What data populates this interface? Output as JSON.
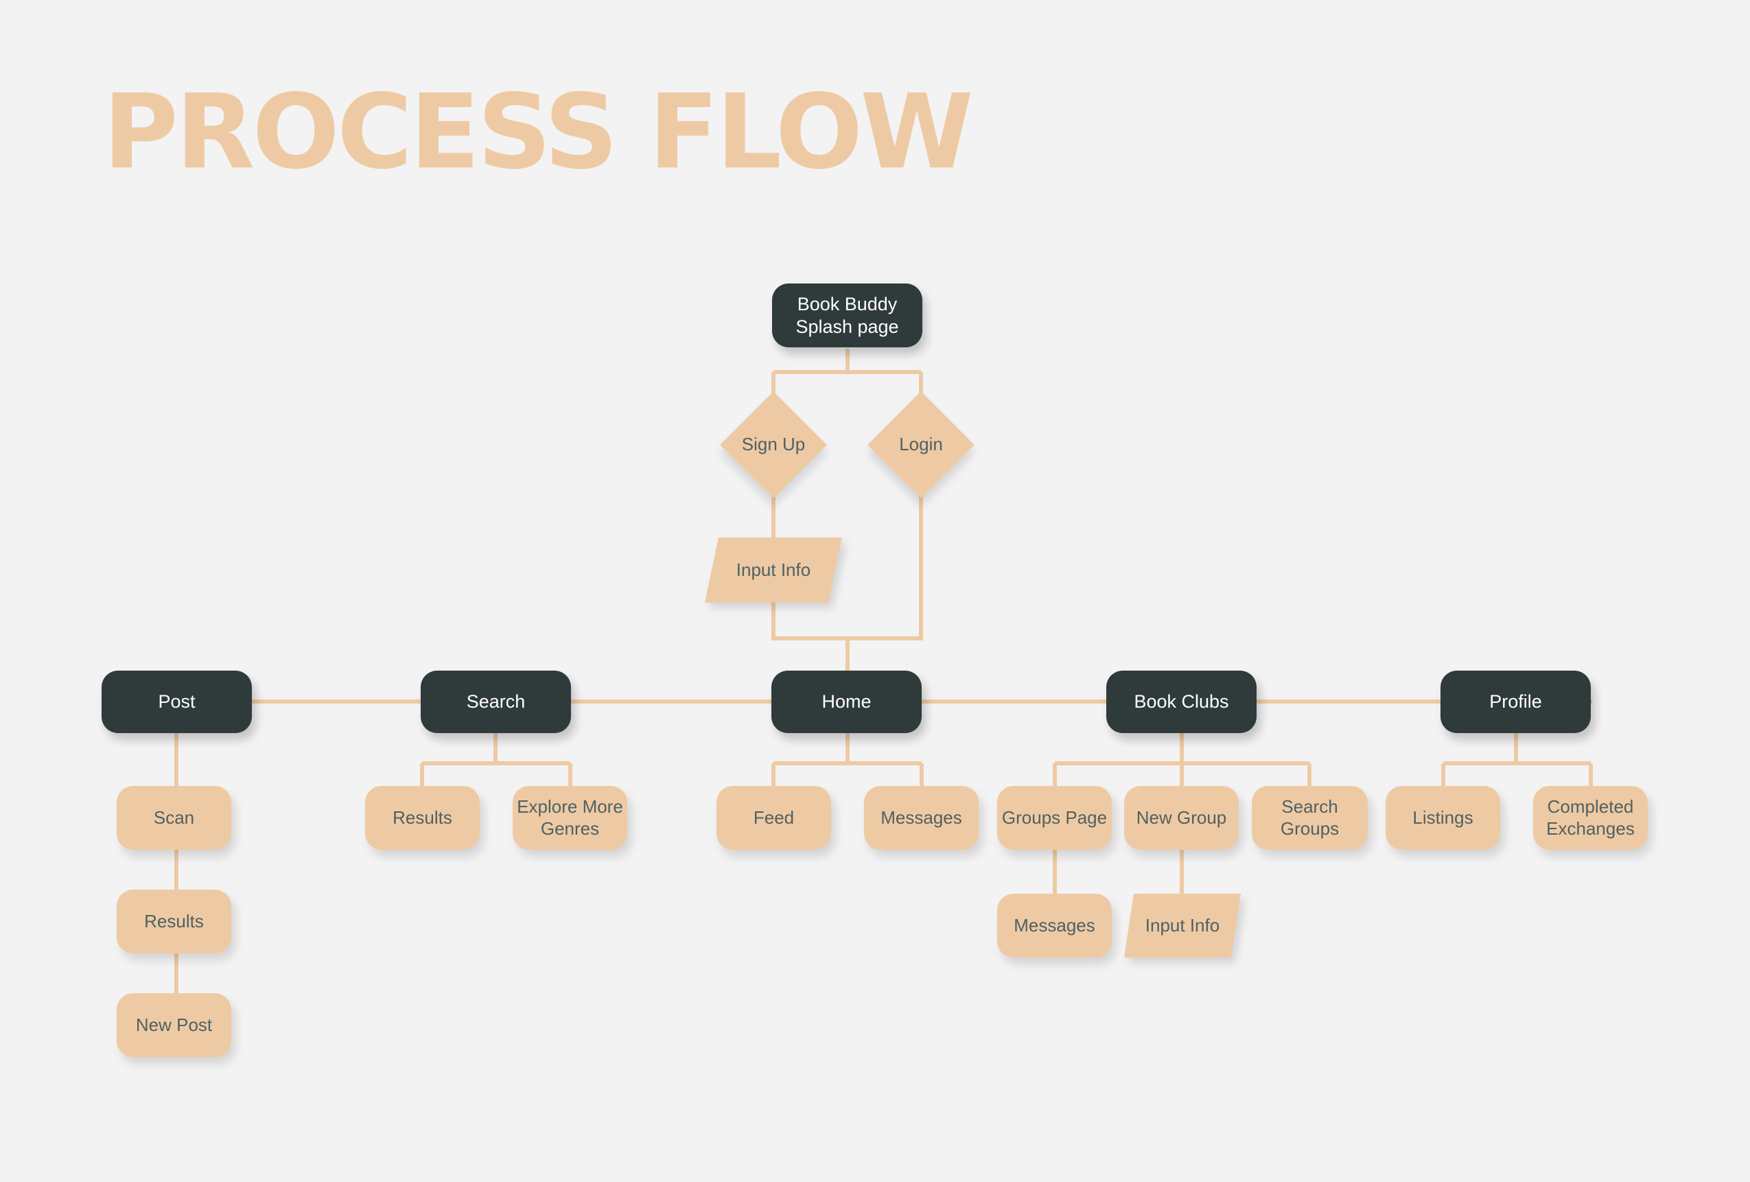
{
  "title": "PROCESS FLOW",
  "colors": {
    "background": "#f3f3f3",
    "accent": "#eecaa4",
    "dark_node": "#2f3a3b",
    "dark_text": "#ffffff",
    "light_text": "#4f6163"
  },
  "flow": {
    "splash": "Book Buddy\nSplash page",
    "signup": "Sign Up",
    "login": "Login",
    "input_info": "Input Info",
    "nav": {
      "post": "Post",
      "search": "Search",
      "home": "Home",
      "book_clubs": "Book Clubs",
      "profile": "Profile"
    },
    "post_children": {
      "scan": "Scan",
      "results": "Results",
      "new_post": "New Post"
    },
    "search_children": {
      "results": "Results",
      "explore": "Explore More\nGenres"
    },
    "home_children": {
      "feed": "Feed",
      "messages": "Messages"
    },
    "clubs_children": {
      "groups_page": "Groups Page",
      "new_group": "New Group",
      "search_groups": "Search Groups",
      "groups_messages": "Messages",
      "group_input_info": "Input Info"
    },
    "profile_children": {
      "listings": "Listings",
      "completed": "Completed\nExchanges"
    }
  }
}
